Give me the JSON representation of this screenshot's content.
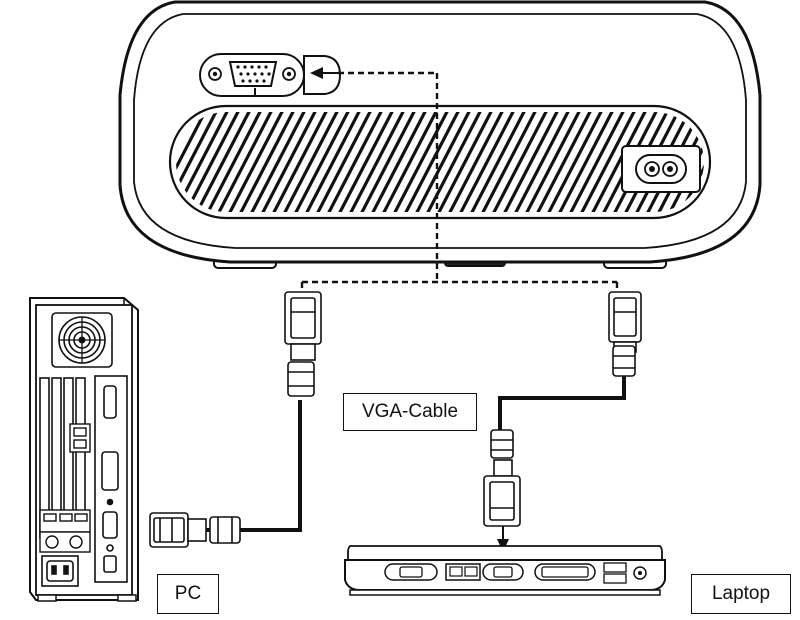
{
  "labels": {
    "vga_cable": "VGA-Cable",
    "pc": "PC",
    "laptop": "Laptop"
  },
  "colors": {
    "line": "#111111",
    "background": "#ffffff"
  },
  "icons": [
    "vga-port-icon",
    "arrow-left-icon",
    "power-socket-icon",
    "fan-icon",
    "arrow-down-icon"
  ]
}
